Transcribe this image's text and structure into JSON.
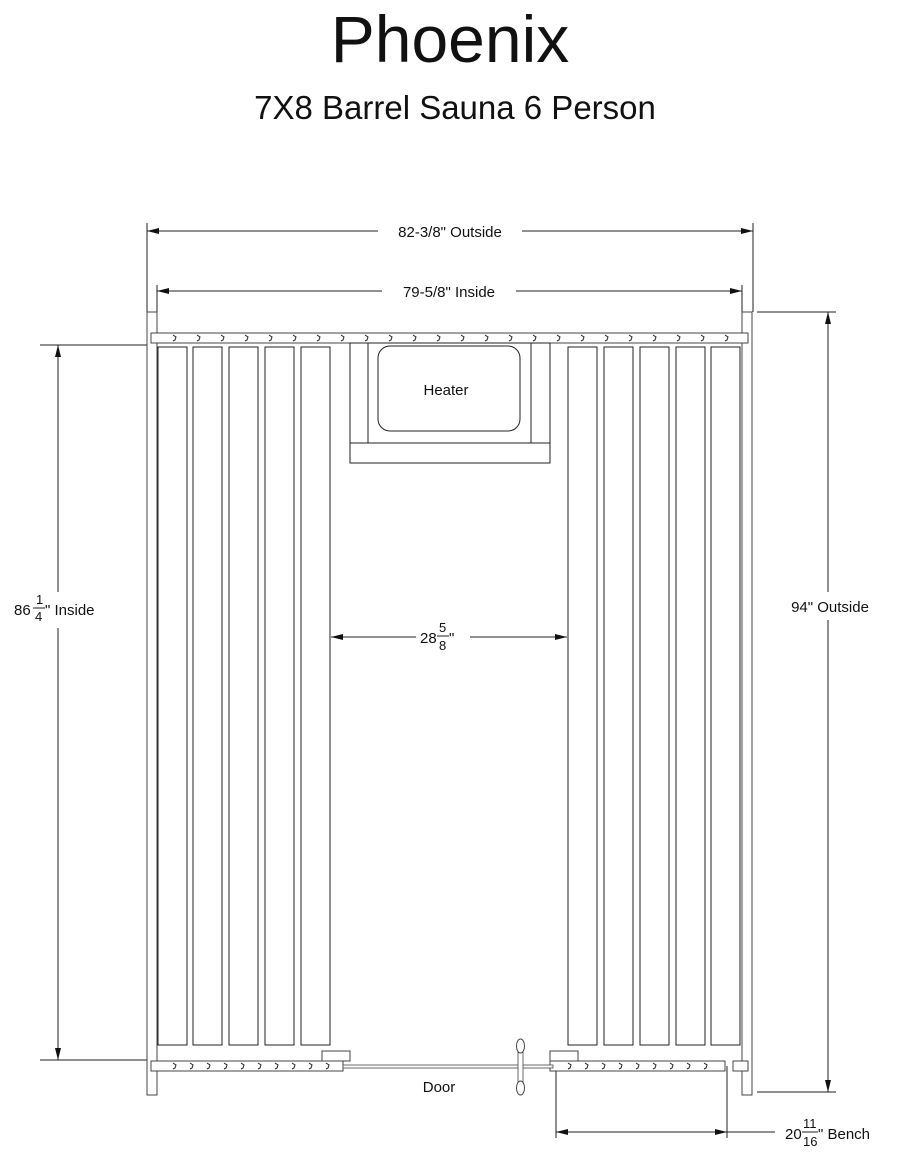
{
  "title": "Phoenix",
  "subtitle": "7X8 Barrel Sauna 6 Person",
  "dimensions": {
    "outside_width": "82-3/8\" Outside",
    "inside_width": "79-5/8\" Inside",
    "inside_depth": {
      "whole": "86",
      "num": "1",
      "den": "4",
      "suffix": "\" Inside"
    },
    "outside_depth": "94\" Outside",
    "aisle_width": {
      "whole": "28",
      "num": "5",
      "den": "8",
      "suffix": "\""
    },
    "bench_width": {
      "whole": "20",
      "num": "11",
      "den": "16",
      "suffix": "\" Bench"
    }
  },
  "labels": {
    "heater": "Heater",
    "door": "Door"
  }
}
